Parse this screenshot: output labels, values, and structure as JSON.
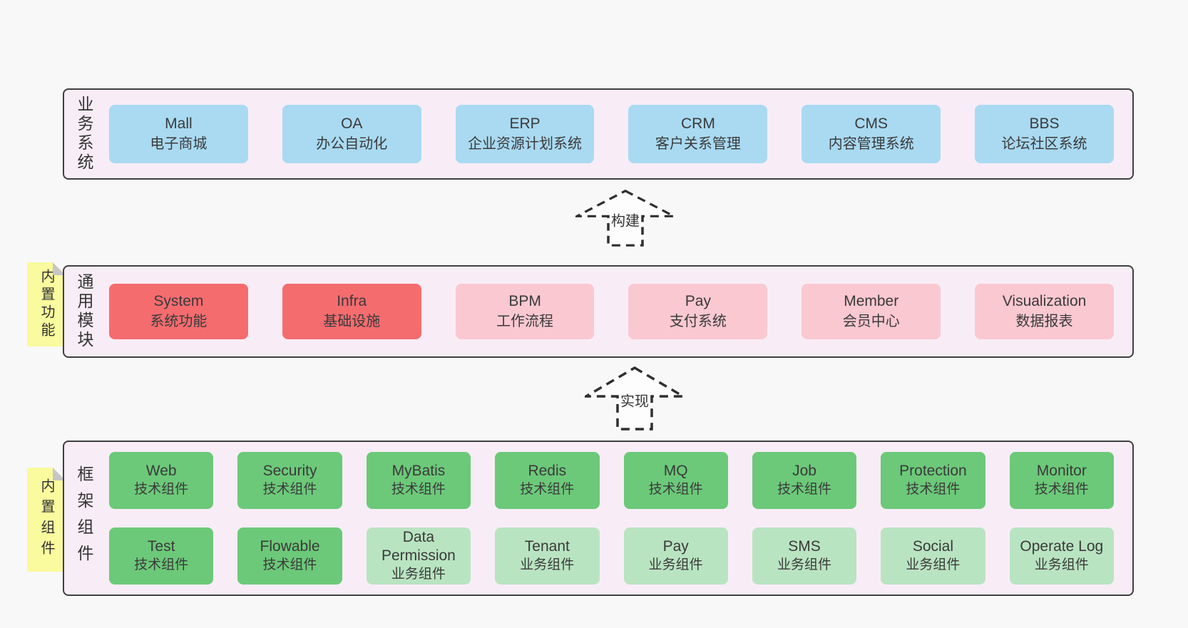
{
  "colors": {
    "page_background": "#f8f8f8",
    "container_background": "#f8edf6",
    "container_border": "#3f3f3f",
    "box_blue": "#a9daf2",
    "box_red": "#f56c6f",
    "box_pink": "#fac8d1",
    "box_green": "#6cc979",
    "box_light_green": "#b9e4c1",
    "note_yellow": "#fafa9e",
    "note_fold_gray": "#c6c6c6",
    "text": "#3a3a3a"
  },
  "arrows": {
    "build": "构建",
    "implement": "实现"
  },
  "notes": {
    "features": "内置功能",
    "components": "内置组件"
  },
  "layer1": {
    "label": "业务系统",
    "boxes": [
      {
        "name": "Mall",
        "desc": "电子商城"
      },
      {
        "name": "OA",
        "desc": "办公自动化"
      },
      {
        "name": "ERP",
        "desc": "企业资源计划系统"
      },
      {
        "name": "CRM",
        "desc": "客户关系管理"
      },
      {
        "name": "CMS",
        "desc": "内容管理系统"
      },
      {
        "name": "BBS",
        "desc": "论坛社区系统"
      }
    ]
  },
  "layer2": {
    "label": "通用模块",
    "boxes": [
      {
        "name": "System",
        "desc": "系统功能"
      },
      {
        "name": "Infra",
        "desc": "基础设施"
      },
      {
        "name": "BPM",
        "desc": "工作流程"
      },
      {
        "name": "Pay",
        "desc": "支付系统"
      },
      {
        "name": "Member",
        "desc": "会员中心"
      },
      {
        "name": "Visualization",
        "desc": "数据报表"
      }
    ]
  },
  "layer3": {
    "label": "框架组件",
    "row1": [
      {
        "name": "Web",
        "desc": "技术组件"
      },
      {
        "name": "Security",
        "desc": "技术组件"
      },
      {
        "name": "MyBatis",
        "desc": "技术组件"
      },
      {
        "name": "Redis",
        "desc": "技术组件"
      },
      {
        "name": "MQ",
        "desc": "技术组件"
      },
      {
        "name": "Job",
        "desc": "技术组件"
      },
      {
        "name": "Protection",
        "desc": "技术组件"
      },
      {
        "name": "Monitor",
        "desc": "技术组件"
      }
    ],
    "row2": [
      {
        "name": "Test",
        "desc": "技术组件"
      },
      {
        "name": "Flowable",
        "desc": "技术组件"
      },
      {
        "name": "Data Permission",
        "desc": "业务组件"
      },
      {
        "name": "Tenant",
        "desc": "业务组件"
      },
      {
        "name": "Pay",
        "desc": "业务组件"
      },
      {
        "name": "SMS",
        "desc": "业务组件"
      },
      {
        "name": "Social",
        "desc": "业务组件"
      },
      {
        "name": "Operate Log",
        "desc": "业务组件"
      }
    ]
  }
}
